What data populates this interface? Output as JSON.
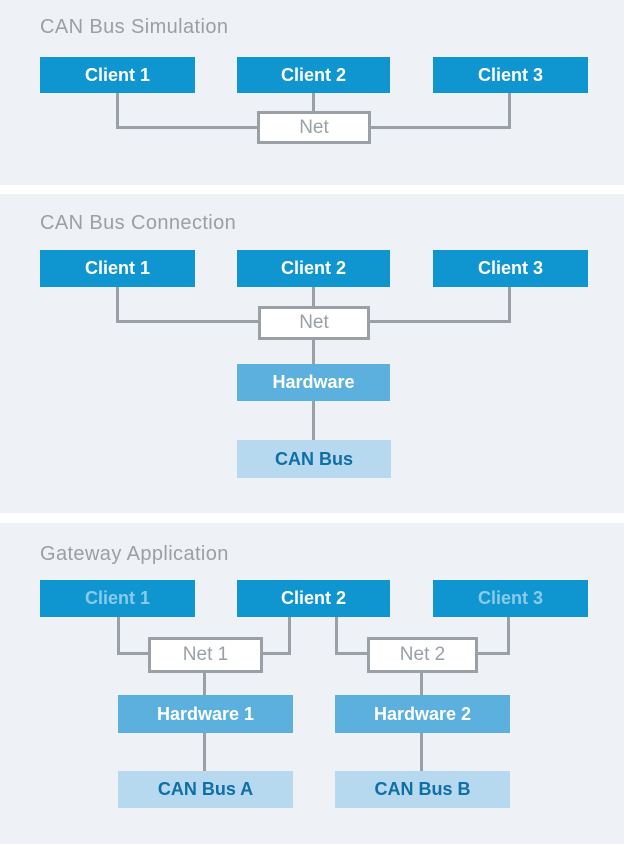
{
  "colors": {
    "client_blue": "#0f95d0",
    "hardware_blue": "#5bb0de",
    "can_bus_light_blue": "#b6d9ef",
    "can_bus_text_blue": "#0f6ea6",
    "dimmed_client_text": "#8acbe9",
    "line_gray": "#9aa0a6",
    "title_gray": "#9b9fa4",
    "panel_background": "#eef1f6"
  },
  "panels": [
    {
      "title": "CAN Bus Simulation",
      "clients": [
        "Client 1",
        "Client 2",
        "Client 3"
      ],
      "net": "Net"
    },
    {
      "title": "CAN Bus Connection",
      "clients": [
        "Client 1",
        "Client 2",
        "Client 3"
      ],
      "net": "Net",
      "hardware": "Hardware",
      "can_bus": "CAN Bus"
    },
    {
      "title": "Gateway Application",
      "clients": [
        "Client 1",
        "Client 2",
        "Client 3"
      ],
      "nets": [
        "Net 1",
        "Net 2"
      ],
      "hardware": [
        "Hardware 1",
        "Hardware 2"
      ],
      "can_buses": [
        "CAN Bus A",
        "CAN Bus B"
      ]
    }
  ]
}
